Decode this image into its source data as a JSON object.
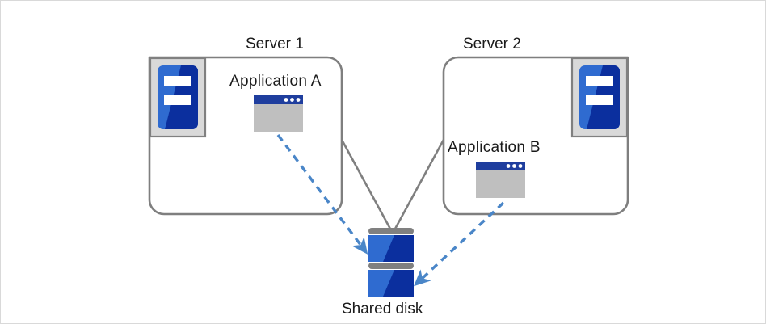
{
  "diagram": {
    "title": "Shared disk cluster diagram",
    "background_color": "#ffffff",
    "border_color": "#d9d9d9",
    "colors": {
      "box_outline": "#7f7f7f",
      "connector_line": "#7f7f7f",
      "arrow": "#4a86c8",
      "icon_blue_light": "#2f6bd0",
      "icon_blue_dark": "#0b2f9e",
      "icon_frame_gray": "#d9d9d9",
      "icon_frame_border": "#808080",
      "window_titlebar": "#1f3e9e",
      "window_body": "#bfbfbf",
      "disk_bar_gray": "#808080",
      "text": "#1a1a1a"
    },
    "servers": [
      {
        "id": "server-1",
        "label": "Server 1",
        "icon_name": "server-icon",
        "application": {
          "label": "Application A",
          "icon_name": "application-window-icon"
        }
      },
      {
        "id": "server-2",
        "label": "Server 2",
        "icon_name": "server-icon",
        "application": {
          "label": "Application B",
          "icon_name": "application-window-icon"
        }
      }
    ],
    "storage": {
      "id": "shared-disk",
      "label": "Shared disk",
      "icon_name": "disk-stack-icon",
      "platters": 2
    },
    "connections": [
      {
        "from": "server-1",
        "to": "shared-disk",
        "style": "solid",
        "color": "#7f7f7f",
        "arrow": false
      },
      {
        "from": "server-2",
        "to": "shared-disk",
        "style": "solid",
        "color": "#7f7f7f",
        "arrow": false
      },
      {
        "from": "application-a",
        "to": "shared-disk",
        "style": "dashed",
        "color": "#4a86c8",
        "arrow": true
      },
      {
        "from": "application-b",
        "to": "shared-disk",
        "style": "dashed",
        "color": "#4a86c8",
        "arrow": true
      }
    ]
  }
}
